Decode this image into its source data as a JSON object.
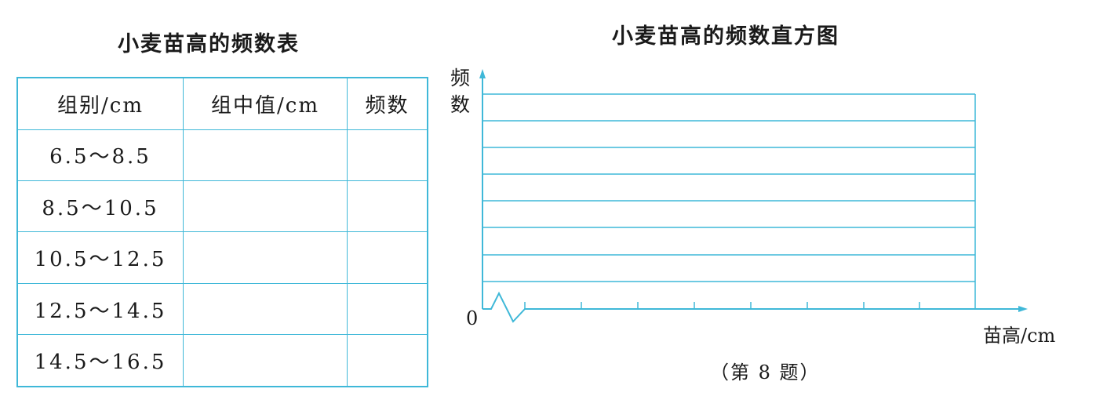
{
  "table": {
    "title": "小麦苗高的频数表",
    "headers": [
      "组别/cm",
      "组中值/cm",
      "频数"
    ],
    "rows": [
      [
        "6.5～8.5",
        "",
        ""
      ],
      [
        "8.5～10.5",
        "",
        ""
      ],
      [
        "10.5～12.5",
        "",
        ""
      ],
      [
        "12.5～14.5",
        "",
        ""
      ],
      [
        "14.5～16.5",
        "",
        ""
      ]
    ]
  },
  "chart_data": {
    "type": "bar",
    "title": "小麦苗高的频数直方图",
    "ylabel": "频数",
    "xlabel": "苗高/cm",
    "origin_label": "0",
    "axis_break": true,
    "grid": true,
    "series": [],
    "categories": [],
    "values": []
  },
  "caption": "（第 8 题）",
  "colors": {
    "accent": "#3fb8d8",
    "text": "#1a1a1a"
  }
}
